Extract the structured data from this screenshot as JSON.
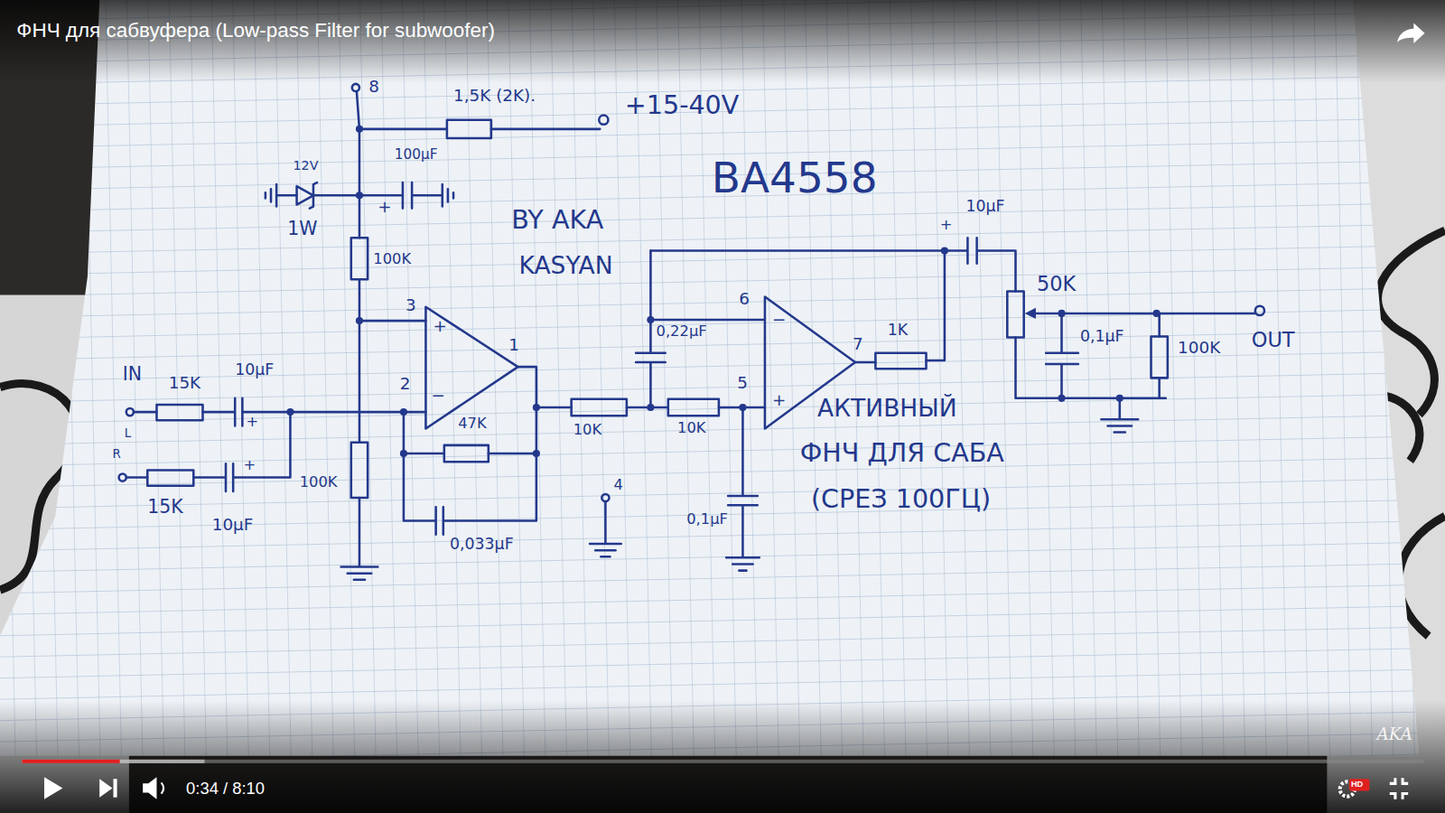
{
  "diagram": {
    "title": "ФНЧ для сабвуфера (Low-pass Filter for subwoofer)",
    "labels": [
      "8",
      "1,5K (2K).",
      "+15-40V",
      "12V",
      "100μF",
      "+",
      "1W",
      "BA4558",
      "BY AKA",
      "KASYAN",
      "100K",
      "3",
      "+",
      "1",
      "2",
      "−",
      "47K",
      "IN",
      "15K",
      "10μF",
      "L",
      "+",
      "R",
      "+",
      "100K",
      "15K",
      "10μF",
      "0,033μF",
      "10K",
      "10K",
      "4",
      "0,22μF",
      "6",
      "−",
      "5",
      "+",
      "7",
      "1K",
      "0,1μF",
      "АКТИВНЫЙ",
      "ФНЧ ДЛЯ САБА",
      "(СРЕЗ 100ГЦ)",
      "+",
      "10μF",
      "50K",
      "0,1μF",
      "100K",
      "OUT",
      "0:34 / 8:10",
      "HD",
      "AKA"
    ]
  }
}
